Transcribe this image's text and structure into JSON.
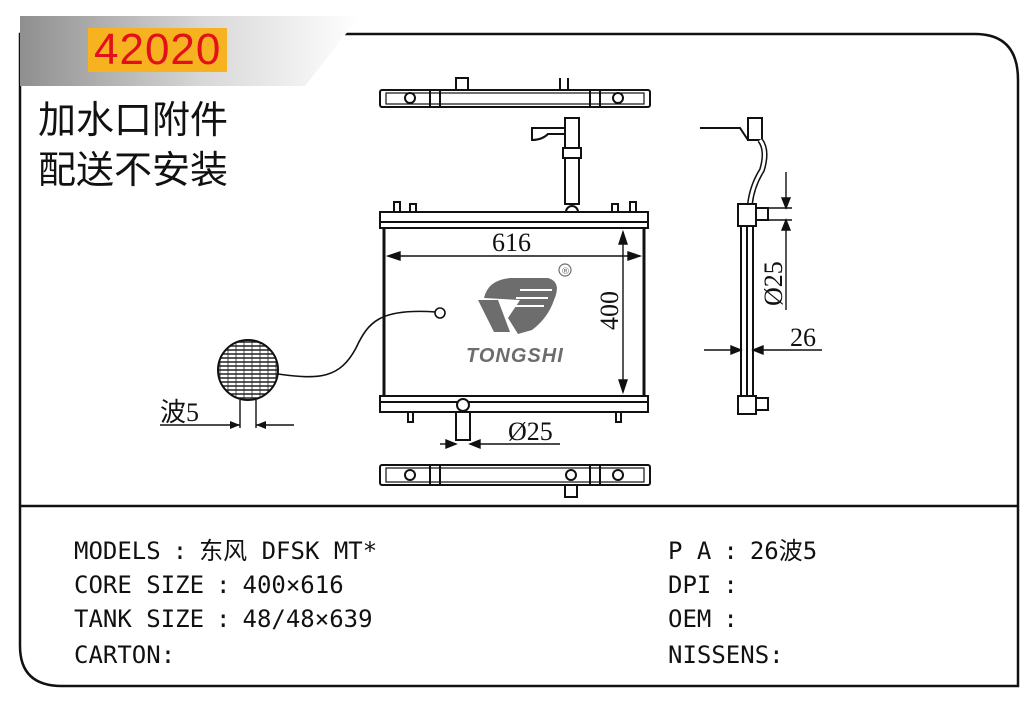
{
  "part_number": "42020",
  "note_lines": [
    "加水口附件",
    "配送不安装"
  ],
  "brand": {
    "name": "TONGSHI",
    "registered_mark": "®"
  },
  "dimensions": {
    "core_width": "616",
    "core_height": "400",
    "outlet_diameter_front": "Ø25",
    "outlet_diameter_side": "Ø25",
    "core_thickness": "26",
    "fin_wave": "波5"
  },
  "specs_left": [
    {
      "label": "MODELS",
      "value": "东风 DFSK MT*"
    },
    {
      "label": "CORE SIZE",
      "value": "400×616"
    },
    {
      "label": "TANK SIZE",
      "value": "48/48×639"
    },
    {
      "label": "CARTON:",
      "value": ""
    }
  ],
  "specs_right": [
    {
      "label": "P A",
      "value": "26波5"
    },
    {
      "label": "DPI",
      "value": ""
    },
    {
      "label": "OEM",
      "value": ""
    },
    {
      "label": "NISSENS:",
      "value": ""
    }
  ],
  "colors": {
    "label_bg": "#f6b31f",
    "label_text": "#e3101b",
    "banner_gray": "#9c9c9c"
  }
}
